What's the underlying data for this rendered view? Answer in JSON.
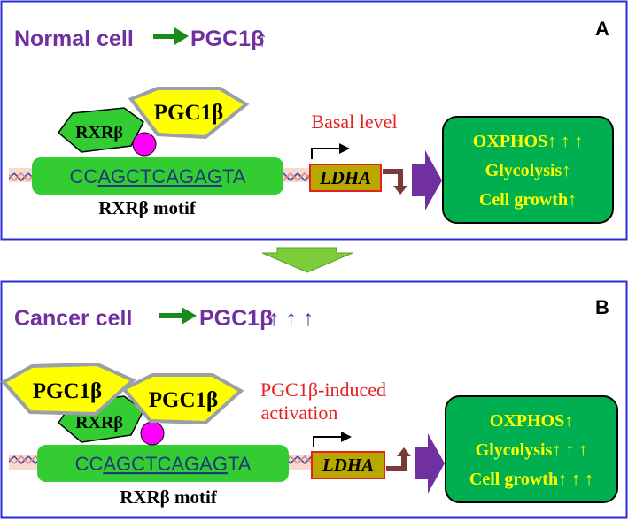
{
  "panel_a": {
    "label": "A",
    "heading_cell": "Normal cell",
    "heading_pgc": "PGC1β",
    "heading_arrows": "↑",
    "pgc_label": "PGC1β",
    "rxr_label": "RXRβ",
    "motif_prefix": "CC",
    "motif_core": "AGCTCAGAG",
    "motif_suffix": "TA",
    "motif_caption": "RXRβ motif",
    "gene_label": "LDHA",
    "annotation": "Basal level",
    "outcome_lines": [
      "OXPHOS↑ ↑ ↑",
      "Glycolysis↑",
      "Cell growth↑"
    ]
  },
  "panel_b": {
    "label": "B",
    "heading_cell": "Cancer cell",
    "heading_pgc": "PGC1β",
    "heading_arrows": "↑ ↑ ↑",
    "pgc_label_1": "PGC1β",
    "pgc_label_2": "PGC1β",
    "rxr_label": "RXRβ",
    "motif_prefix": "CC",
    "motif_core_1": "A",
    "motif_core_2": "GCTCAGAG",
    "motif_suffix": "TA",
    "motif_caption": "RXRβ motif",
    "gene_label": "LDHA",
    "annotation_line1": "PGC1β-induced",
    "annotation_line2": "activation",
    "outcome_lines": [
      "OXPHOS↑",
      "Glycolysis↑ ↑ ↑",
      "Cell growth↑ ↑ ↑"
    ]
  },
  "colors": {
    "purple": "#7030a0",
    "green_arrow": "#1a8a1a",
    "protein_green": "#33cc33",
    "pgc_yellow": "#ffff00",
    "outcome_bg": "#00b050",
    "outcome_text": "#ffff00",
    "motif_text": "#1f3a7a",
    "red_text": "#e52020",
    "gene_box": "#b8a800",
    "magenta": "#ff00ff",
    "transition_arrow": "#7ccd3a"
  }
}
